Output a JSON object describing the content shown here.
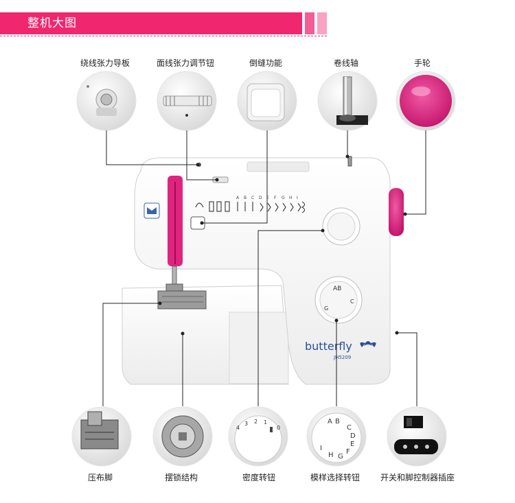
{
  "header": {
    "title": "整机大图"
  },
  "brand": {
    "name": "butterfly",
    "model": "JH5209"
  },
  "top_callouts": [
    {
      "label": "绕线张力导板"
    },
    {
      "label": "面线张力调节钮"
    },
    {
      "label": "倒缝功能"
    },
    {
      "label": "卷线轴"
    },
    {
      "label": "手轮"
    }
  ],
  "bottom_callouts": [
    {
      "label": "压布脚"
    },
    {
      "label": "摆锁结构"
    },
    {
      "label": "密度转钮"
    },
    {
      "label": "模样选择转钮"
    },
    {
      "label": "开关和脚控制器插座"
    }
  ],
  "pattern_letters": [
    "A",
    "B",
    "C",
    "D",
    "E",
    "F",
    "G",
    "H",
    "I"
  ],
  "density_numbers": [
    "4",
    "3",
    "2",
    "1",
    "0"
  ],
  "dial_letters": [
    "A",
    "B",
    "C",
    "D",
    "E",
    "F",
    "G",
    "H",
    "I"
  ],
  "colors": {
    "accent": "#f0266e",
    "handwheel": "#e0237f",
    "body": "#f7f7f7",
    "line": "#333333"
  }
}
